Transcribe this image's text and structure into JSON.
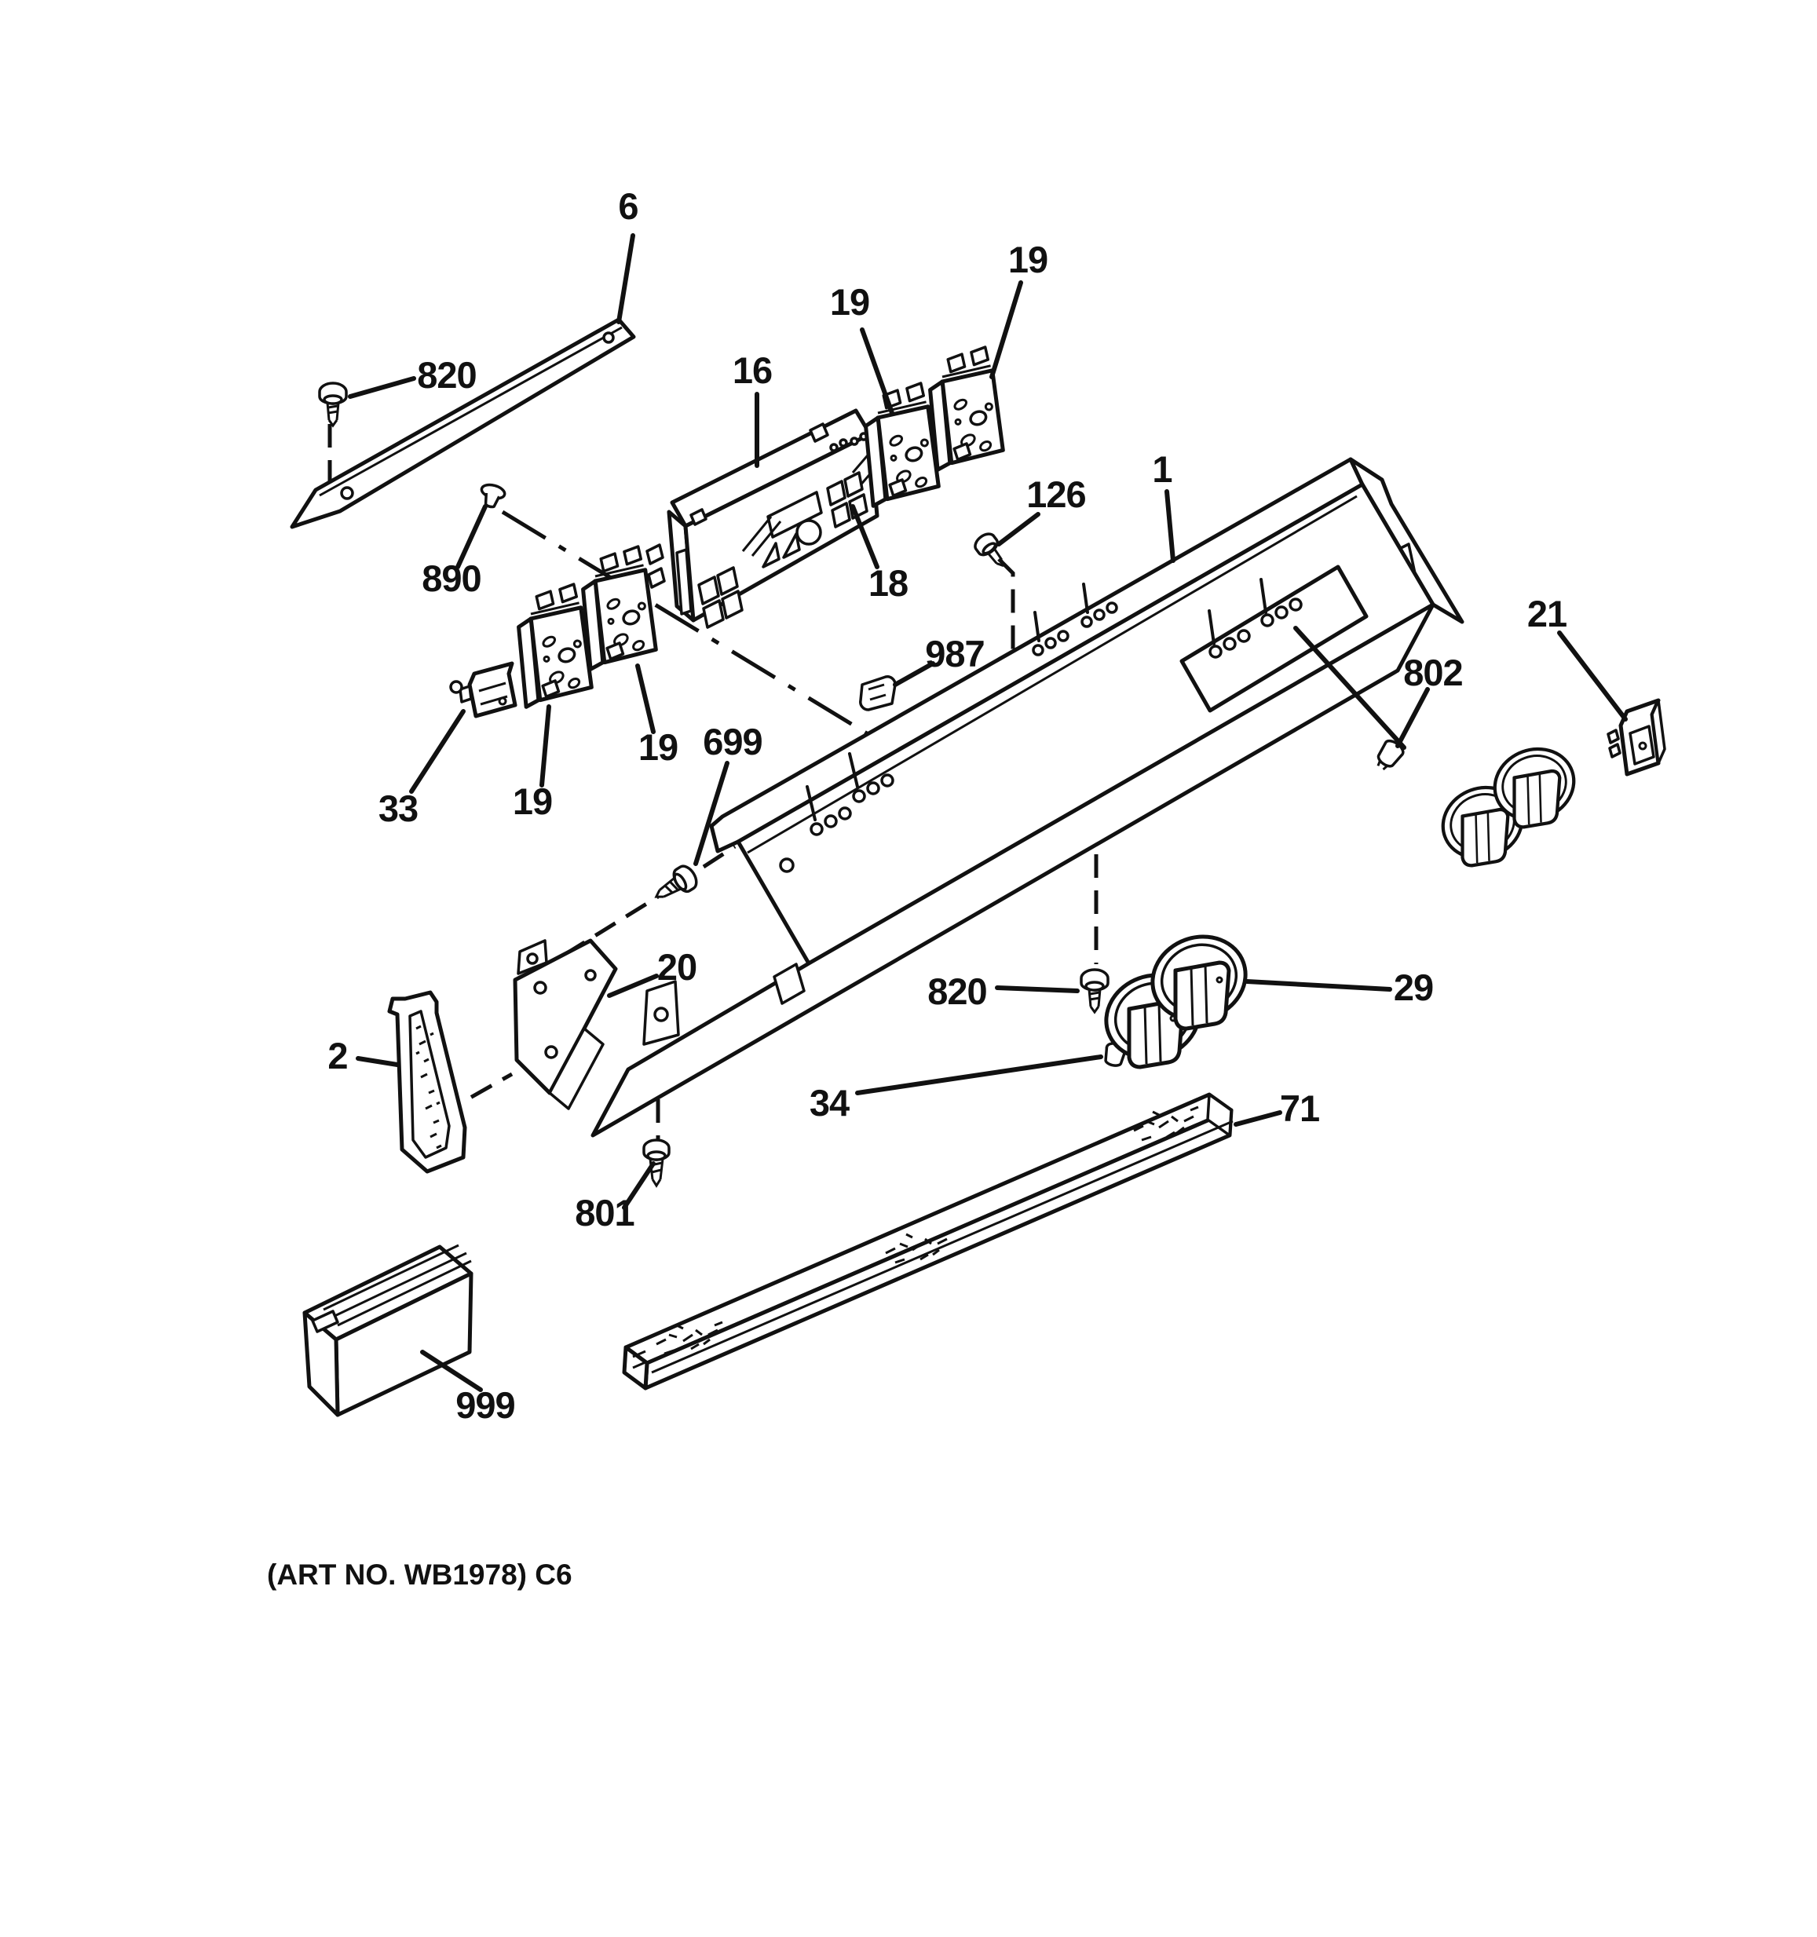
{
  "diagram": {
    "type": "exploded-parts-diagram",
    "subject": "range control panel backguard assembly",
    "line_color": "#111111",
    "background_color": "#ffffff",
    "footer": "(ART NO. WB1978) C6",
    "labels": [
      {
        "id": "1",
        "text": "1"
      },
      {
        "id": "2",
        "text": "2"
      },
      {
        "id": "6",
        "text": "6"
      },
      {
        "id": "16",
        "text": "16"
      },
      {
        "id": "18",
        "text": "18"
      },
      {
        "id": "19-a",
        "text": "19"
      },
      {
        "id": "19-b",
        "text": "19"
      },
      {
        "id": "19-c",
        "text": "19"
      },
      {
        "id": "19-d",
        "text": "19"
      },
      {
        "id": "20",
        "text": "20"
      },
      {
        "id": "21",
        "text": "21"
      },
      {
        "id": "29",
        "text": "29"
      },
      {
        "id": "33",
        "text": "33"
      },
      {
        "id": "34",
        "text": "34"
      },
      {
        "id": "71",
        "text": "71"
      },
      {
        "id": "126",
        "text": "126"
      },
      {
        "id": "699",
        "text": "699"
      },
      {
        "id": "801",
        "text": "801"
      },
      {
        "id": "802",
        "text": "802"
      },
      {
        "id": "820-top",
        "text": "820"
      },
      {
        "id": "820-bottom",
        "text": "820"
      },
      {
        "id": "890",
        "text": "890"
      },
      {
        "id": "987",
        "text": "987"
      },
      {
        "id": "999",
        "text": "999"
      }
    ]
  }
}
